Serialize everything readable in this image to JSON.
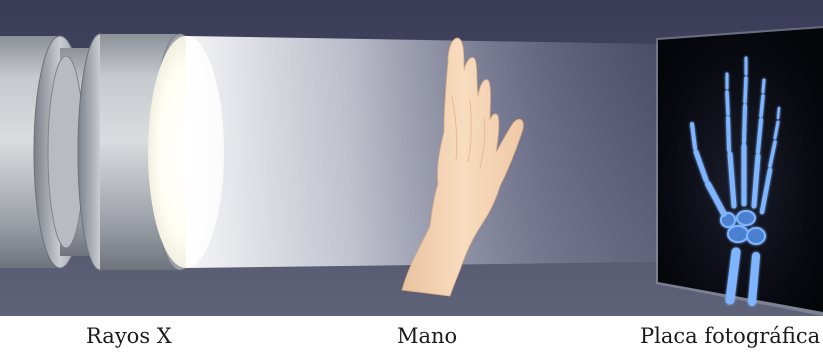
{
  "labels": {
    "xray": "Rayos X",
    "hand": "Mano",
    "plate": "Placa fotográfica"
  },
  "colors": {
    "background_top": "#3d3f5a",
    "background_bottom": "#5e6279",
    "beam": "#ffffff",
    "tube_metal": "#a9acb3",
    "skin": "#f6d7b8",
    "film_dark": "#0b0c14",
    "bones": "#6fa8f4"
  }
}
